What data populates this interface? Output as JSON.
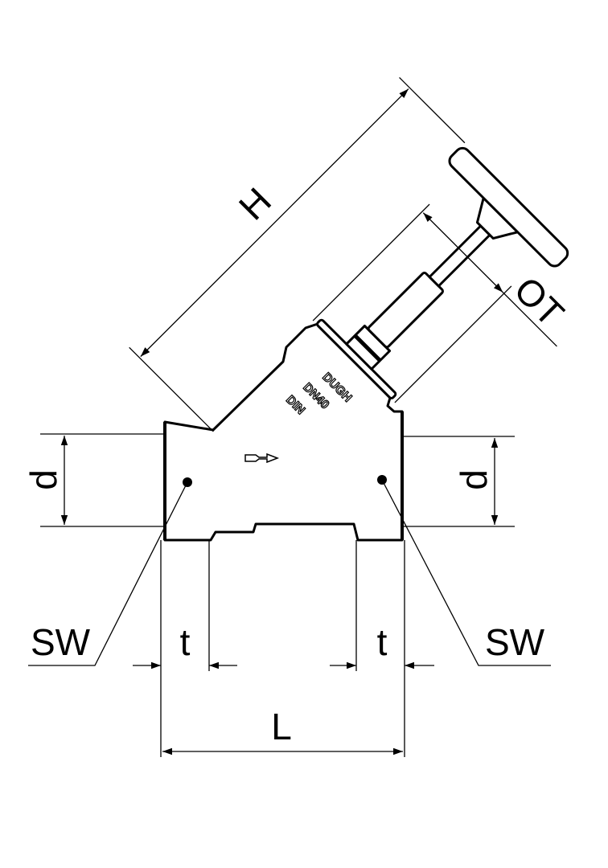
{
  "labels": {
    "H": "H",
    "OT": "OT",
    "d_left": "d",
    "d_right": "d",
    "sw_left": "SW",
    "sw_right": "SW",
    "t_left": "t",
    "t_right": "t",
    "L": "L"
  },
  "body_markings": [
    "DUGH",
    "DN40",
    "DIN"
  ],
  "colors": {
    "line": "#000000",
    "background": "#ffffff"
  }
}
